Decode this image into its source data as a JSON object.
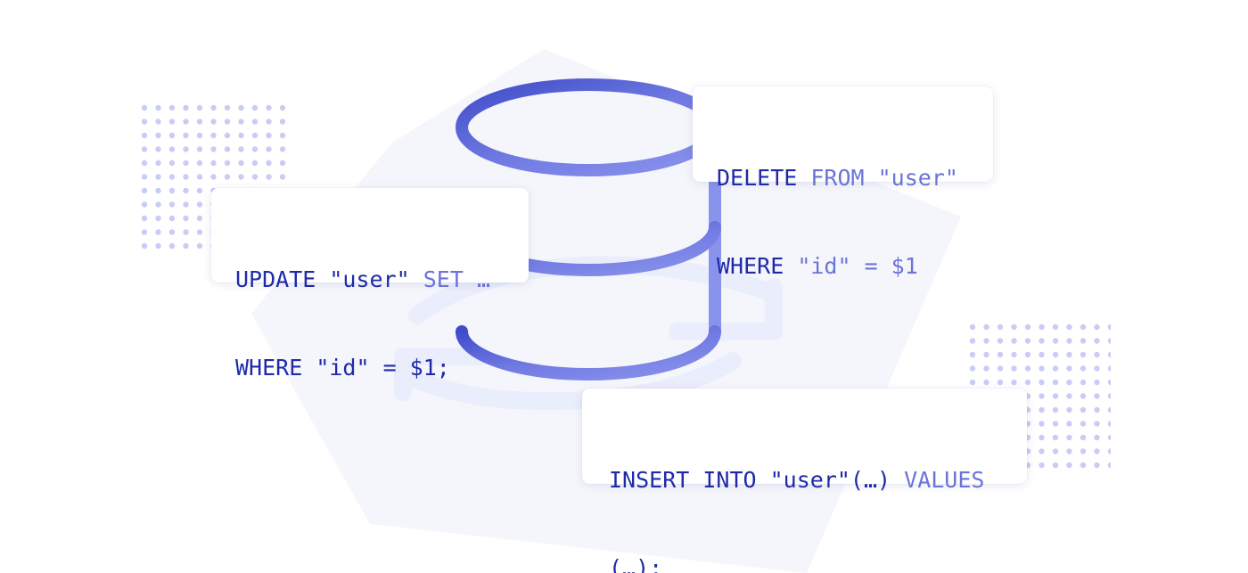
{
  "colors": {
    "keyword": "#1f2aa8",
    "literal": "#6b74d8",
    "cylinder_dark": "#3f4bc9",
    "cylinder_light": "#8a93ec",
    "dots": "#c9cdf6",
    "backdrop_shape": "#f5f6fc",
    "arrows": "#eaedfb"
  },
  "icons": {
    "database": "database-icon",
    "sync": "sync-arrows-icon"
  },
  "cards": {
    "update": {
      "line1": {
        "kw1": "UPDATE",
        "sp1": " ",
        "lit1": "\"user\"",
        "sp2": " ",
        "lit2": "SET …"
      },
      "line2": {
        "kw1": "WHERE",
        "sp1": " ",
        "kw2": "\"id\" = $1;"
      }
    },
    "delete": {
      "line1": {
        "kw1": "DELETE",
        "sp1": " ",
        "lit1": "FROM \"user\""
      },
      "line2": {
        "kw1": "WHERE",
        "sp1": " ",
        "lit1": "\"id\" = $1"
      }
    },
    "insert": {
      "line1": {
        "kw1": "INSERT INTO \"user\"(…)",
        "sp1": " ",
        "lit1": "VALUES"
      },
      "line2": {
        "kw1": "(…);"
      }
    }
  }
}
